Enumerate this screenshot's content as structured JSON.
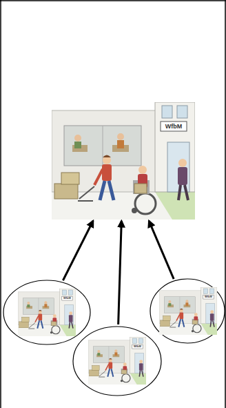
{
  "diagram": {
    "nodes": [
      {
        "text": [
          "WfbM"
        ]
      },
      {
        "text": [
          "WfbM"
        ]
      },
      {
        "text": [
          "WfbM"
        ]
      },
      {
        "text": [
          "WfbM"
        ]
      }
    ],
    "edges": [
      {
        "from": 1,
        "to": 0,
        "arrow": "to"
      },
      {
        "from": 3,
        "to": 0,
        "arrow": "to"
      },
      {
        "from": 2,
        "to": 0,
        "arrow": "to"
      }
    ]
  }
}
